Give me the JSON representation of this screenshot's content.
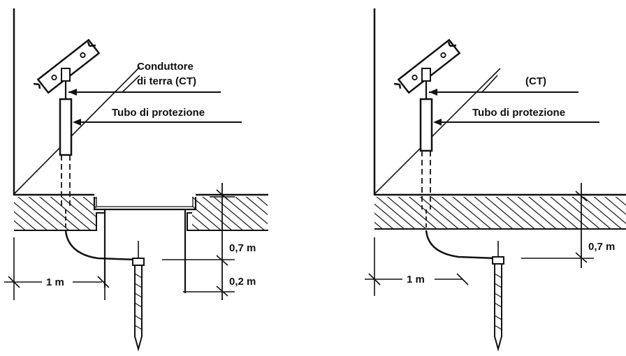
{
  "left": {
    "label_conductor_line1": "Conduttore",
    "label_conductor_line2": "di terra (CT)",
    "label_tube": "Tubo di protezione",
    "dim_depth": "0,7 m",
    "dim_extra": "0,2 m",
    "dim_horizontal": "1 m"
  },
  "right": {
    "label_conductor": "(CT)",
    "label_tube": "Tubo di protezione",
    "dim_depth": "0,7 m",
    "dim_horizontal": "1 m"
  },
  "colors": {
    "ink": "#111111",
    "paper": "#ffffff"
  }
}
